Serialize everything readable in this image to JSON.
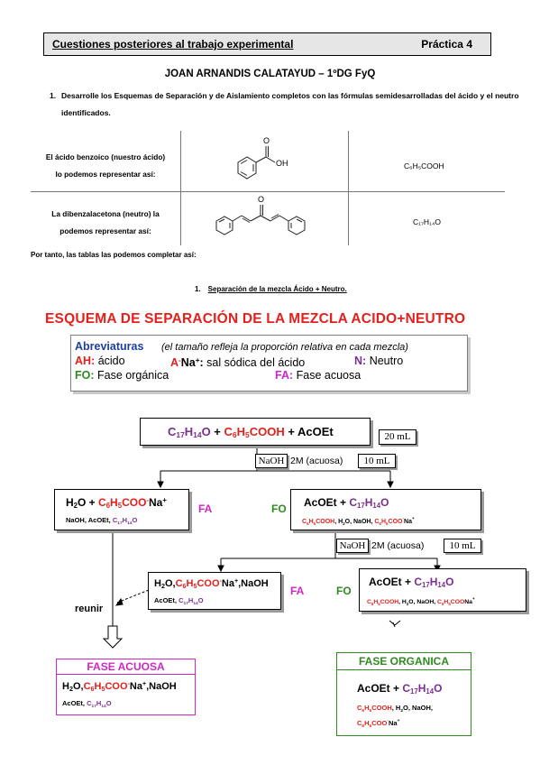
{
  "header": {
    "title": "Cuestiones posteriores al trabajo experimental",
    "practica": "Práctica 4"
  },
  "author": "JOAN ARNANDIS CALATAYUD – 1ºDG FyQ",
  "question1": {
    "number": "1.",
    "text": "Desarrolle los Esquemas de Separación y de Aislamiento completos con las fórmulas semidesarrolladas del ácido y el neutro identificados."
  },
  "table": {
    "row1": {
      "line1": "El ácido benzoico (nuestro ácido)",
      "line2": "lo podemos representar así:",
      "oh": "OH",
      "o": "O",
      "formula": "C₆H₅COOH"
    },
    "row2": {
      "line1": "La dibenzalacetona (neutro) la",
      "line2": "podemos representar así:",
      "o": "O",
      "formula": "C₁₇H₁₄O"
    }
  },
  "note": "Por tanto, las tablas las podemos completar así:",
  "section": {
    "number": "1.",
    "title": "Separación de la mezcla Ácido + Neutro."
  },
  "scheme_title": "ESQUEMA DE SEPARACIÓN DE LA MEZCLA ACIDO+NEUTRO",
  "legend": {
    "abbr_label": "Abreviaturas",
    "abbr_note": "(el tamaño refleja la proporción relativa en cada mezcla)",
    "ah": "AH:",
    "ah_desc": "ácido",
    "salt_label": "A-Na+:",
    "salt_desc": "sal sódica del ácido",
    "n": "N:",
    "n_desc": "Neutro",
    "fo": "FO:",
    "fo_desc": "Fase orgánica",
    "fa": "FA:",
    "fa_desc": "Fase acuosa"
  },
  "scheme": {
    "top_mix": "C17H14O + C6H5COOH + AcOEt",
    "vol_20": "20 mL",
    "naoh": "NaOH",
    "naoh_desc": "2M (acuosa)",
    "vol_10": "10 mL",
    "fa1_main": "H2O + C6H5COO-Na+",
    "fa1_sub": "NaOH, AcOEt, C17H14O",
    "fa_label": "FA",
    "fo_label": "FO",
    "fo1_main": "AcOEt + C17H14O",
    "fo1_sub": "C6H5COOH, H2O, NaOH, C6H5COO-Na+",
    "fa2_main": "H2O,C6H5COO-Na+,NaOH",
    "fa2_sub": "AcOEt, C17H14O",
    "fo2_main": "AcOEt + C17H14O",
    "fo2_sub": "C6H5COOH, H2O, NaOH, C6H5COO-Na+",
    "reunir": "reunir",
    "fase_acuosa_title": "FASE ACUOSA",
    "fase_acuosa_main": "H2O,C6H5COO-Na+,NaOH",
    "fase_acuosa_sub": "AcOEt, C17H14O",
    "fase_organica_title": "FASE ORGANICA",
    "fase_organica_main": "AcOEt + C17H14O",
    "fase_organica_sub1": "C6H5COOH, H2O, NaOH,",
    "fase_organica_sub2": "C6H5COO-Na+"
  },
  "colors": {
    "red": "#e3201b",
    "purple": "#7a2e8f",
    "green": "#2e8b1f",
    "magenta": "#d126c6",
    "blue": "#1f3fa0"
  }
}
